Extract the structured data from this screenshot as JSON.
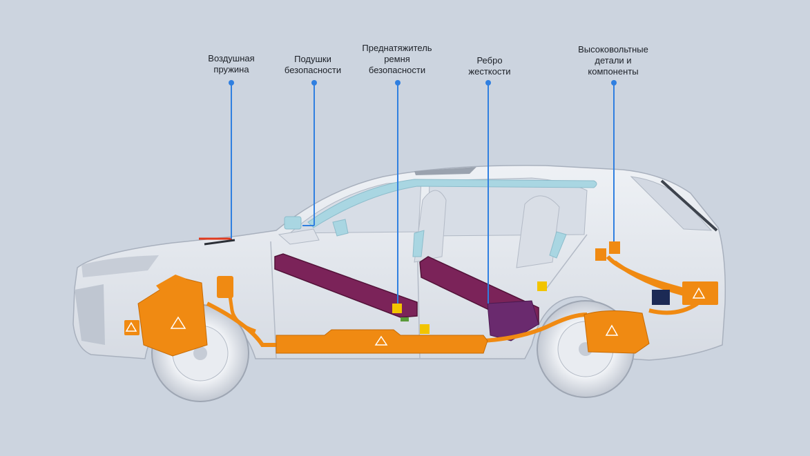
{
  "callouts": [
    {
      "id": "air-spring",
      "text": "Воздушная\nпружина"
    },
    {
      "id": "airbags",
      "text": "Подушки\nбезопасности"
    },
    {
      "id": "pretensioner",
      "text": "Преднатяжитель\nремня\nбезопасности"
    },
    {
      "id": "rib",
      "text": "Ребро\nжесткости"
    },
    {
      "id": "hv",
      "text": "Высоковольтные\nдетали и\nкомпоненты"
    }
  ],
  "colors": {
    "background": "#ccd4df",
    "car_body": "#e6eaf0",
    "high_voltage": "#f08a12",
    "airbags": "#a9d6e2",
    "reinforcement_rib": "#7b2359",
    "pretensioner": "#f2c400",
    "leader_line": "#2f7fe0",
    "air_spring": "#e03a1e",
    "battery_12v": "#1c2a55"
  },
  "icons": [
    "warning-icon",
    "seatbelt-pretensioner-icon"
  ]
}
